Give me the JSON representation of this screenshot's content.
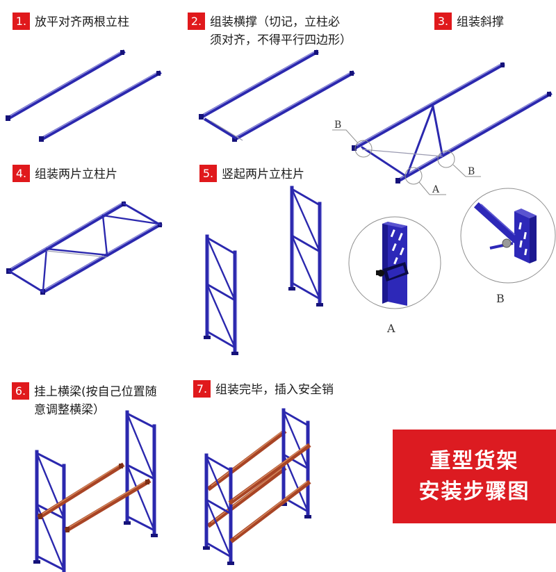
{
  "steps": [
    {
      "num": "1.",
      "text": "放平对齐两根立柱"
    },
    {
      "num": "2.",
      "text": "组装横撑（切记，立柱必须对齐，不得平行四边形）"
    },
    {
      "num": "3.",
      "text": "组装斜撑"
    },
    {
      "num": "4.",
      "text": "组装两片立柱片"
    },
    {
      "num": "5.",
      "text": "竖起两片立柱片"
    },
    {
      "num": "6.",
      "text": "挂上横梁(按自己位置随意调整横梁）"
    },
    {
      "num": "7.",
      "text": "组装完毕，插入安全销"
    }
  ],
  "callout_labels": {
    "b_upper": "B",
    "b_lower": "B",
    "a": "A"
  },
  "detail_labels": {
    "a": "A",
    "b": "B"
  },
  "title_banner": {
    "line1": "重型货架",
    "line2": "安装步骤图"
  },
  "colors": {
    "badge_red": "#e0191c",
    "banner_red": "#dc1b21",
    "structure_blue": "#2b28ae",
    "beam_orange": "#a84425",
    "callout_gray": "#8f8f8f",
    "text": "#1a1a1a"
  }
}
